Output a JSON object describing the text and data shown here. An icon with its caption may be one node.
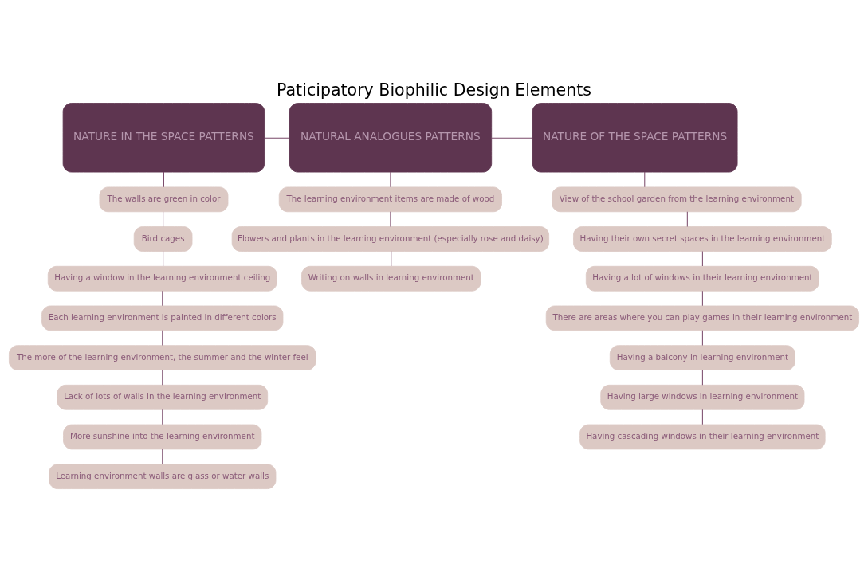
{
  "diagram": {
    "title": "Paticipatory Biophilic Design Elements",
    "nodes": [
      {
        "text": [
          "NATURE IN THE SPACE PATTERNS"
        ]
      },
      {
        "text": [
          "NATURAL ANALOGUES PATTERNS"
        ]
      },
      {
        "text": [
          "NATURE OF THE SPACE PATTERNS"
        ]
      },
      {
        "text": [
          "The walls are green in color"
        ]
      },
      {
        "text": [
          "Bird cages"
        ]
      },
      {
        "text": [
          "Having a window in the learning environment ceiling"
        ]
      },
      {
        "text": [
          "Each learning environment is painted in different colors"
        ]
      },
      {
        "text": [
          "The more of the learning environment, the summer and the winter feel"
        ]
      },
      {
        "text": [
          "Lack of lots of walls in the learning environment"
        ]
      },
      {
        "text": [
          "More sunshine into the learning environment"
        ]
      },
      {
        "text": [
          "Learning environment walls are glass or water walls"
        ]
      },
      {
        "text": [
          "The learning environment items are made of wood"
        ]
      },
      {
        "text": [
          "Flowers and plants in the learning environment (especially rose and daisy)"
        ]
      },
      {
        "text": [
          "Writing on walls in learning environment"
        ]
      },
      {
        "text": [
          "View of the school garden from the learning environment"
        ]
      },
      {
        "text": [
          "Having their own secret spaces in the learning environment"
        ]
      },
      {
        "text": [
          "Having a lot of windows in their learning environment"
        ]
      },
      {
        "text": [
          "There are areas where you can play games in their learning environment"
        ]
      },
      {
        "text": [
          "Having a balcony in learning environment"
        ]
      },
      {
        "text": [
          "Having large windows in learning environment"
        ]
      },
      {
        "text": [
          "Having cascading windows in their learning environment"
        ]
      }
    ],
    "edges": [
      {
        "from": 0,
        "to": 1,
        "arrow": "none"
      },
      {
        "from": 1,
        "to": 2,
        "arrow": "none"
      },
      {
        "from": 0,
        "to": 3,
        "arrow": "none"
      },
      {
        "from": 3,
        "to": 4,
        "arrow": "none"
      },
      {
        "from": 4,
        "to": 5,
        "arrow": "none"
      },
      {
        "from": 5,
        "to": 6,
        "arrow": "none"
      },
      {
        "from": 6,
        "to": 7,
        "arrow": "none"
      },
      {
        "from": 7,
        "to": 8,
        "arrow": "none"
      },
      {
        "from": 8,
        "to": 9,
        "arrow": "none"
      },
      {
        "from": 9,
        "to": 10,
        "arrow": "none"
      },
      {
        "from": 1,
        "to": 11,
        "arrow": "none"
      },
      {
        "from": 11,
        "to": 12,
        "arrow": "none"
      },
      {
        "from": 12,
        "to": 13,
        "arrow": "none"
      },
      {
        "from": 2,
        "to": 14,
        "arrow": "none"
      },
      {
        "from": 14,
        "to": 15,
        "arrow": "none"
      },
      {
        "from": 15,
        "to": 16,
        "arrow": "none"
      },
      {
        "from": 16,
        "to": 17,
        "arrow": "none"
      },
      {
        "from": 17,
        "to": 18,
        "arrow": "none"
      },
      {
        "from": 18,
        "to": 19,
        "arrow": "none"
      },
      {
        "from": 19,
        "to": 20,
        "arrow": "none"
      }
    ]
  }
}
